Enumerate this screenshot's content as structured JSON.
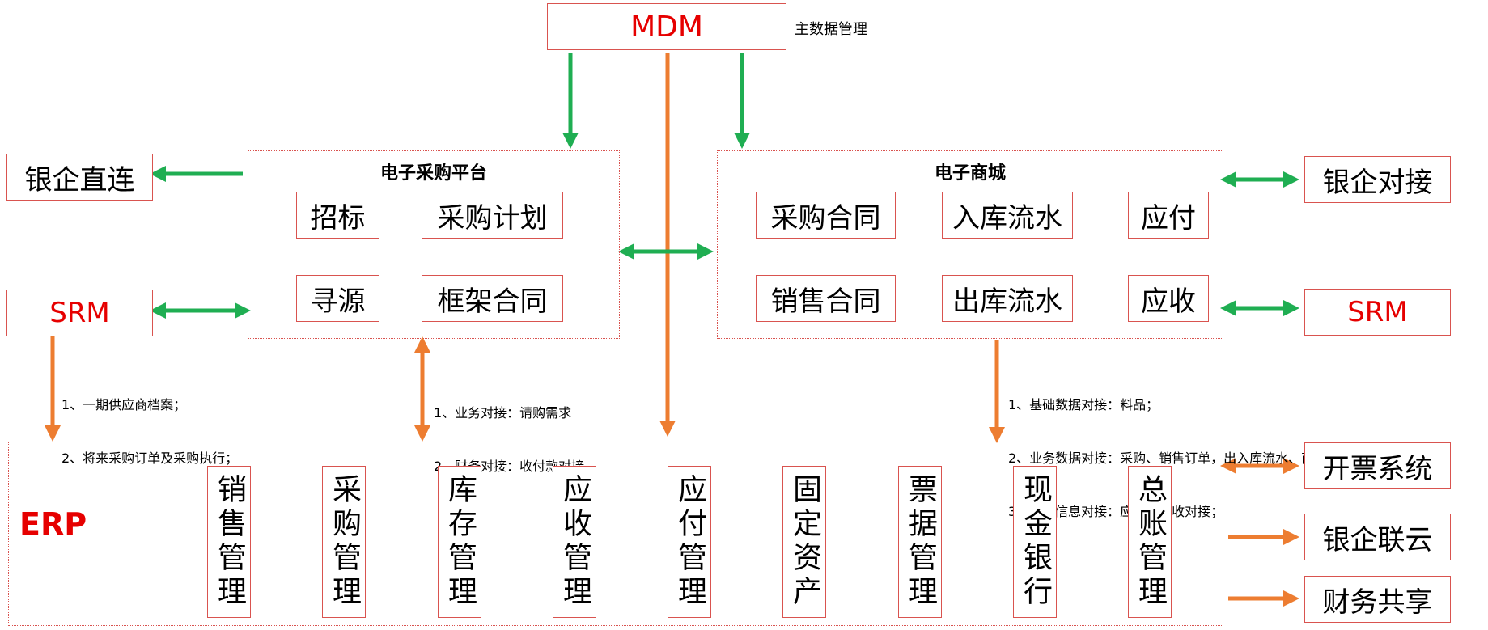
{
  "mdm": {
    "label": "MDM",
    "caption": "主数据管理"
  },
  "purchase_platform": {
    "title": "电子采购平台",
    "items": [
      "招标",
      "采购计划",
      "寻源",
      "框架合同"
    ]
  },
  "mall": {
    "title": "电子商城",
    "items": [
      "采购合同",
      "入库流水",
      "应付",
      "销售合同",
      "出库流水",
      "应收"
    ]
  },
  "left": {
    "bank_direct": "银企直连",
    "srm": "SRM"
  },
  "right": {
    "bank_connect": "银企对接",
    "srm": "SRM"
  },
  "notes": {
    "srm_erp": [
      "1、一期供应商档案；",
      "2、将来采购订单及采购执行；"
    ],
    "platform_erp": [
      "1、业务对接：请购需求",
      "2、财务对接：收付款对接"
    ],
    "mall_erp": [
      "1、基础数据对接：料品；",
      "2、业务数据对接：采购、销售订单，出入库流水、商城服务费等；",
      "3、财务信息对接：应付、应收对接；"
    ]
  },
  "erp": {
    "label": "ERP",
    "modules": [
      "销售管理",
      "采购管理",
      "库存管理",
      "应收管理",
      "应付管理",
      "固定资产",
      "票据管理",
      "现金银行",
      "总账管理"
    ]
  },
  "erp_right": [
    "开票系统",
    "银企联云",
    "财务共享"
  ],
  "colors": {
    "green": "#1fae52",
    "orange": "#ed7d31",
    "red": "#e60000",
    "border": "#d9534f"
  }
}
